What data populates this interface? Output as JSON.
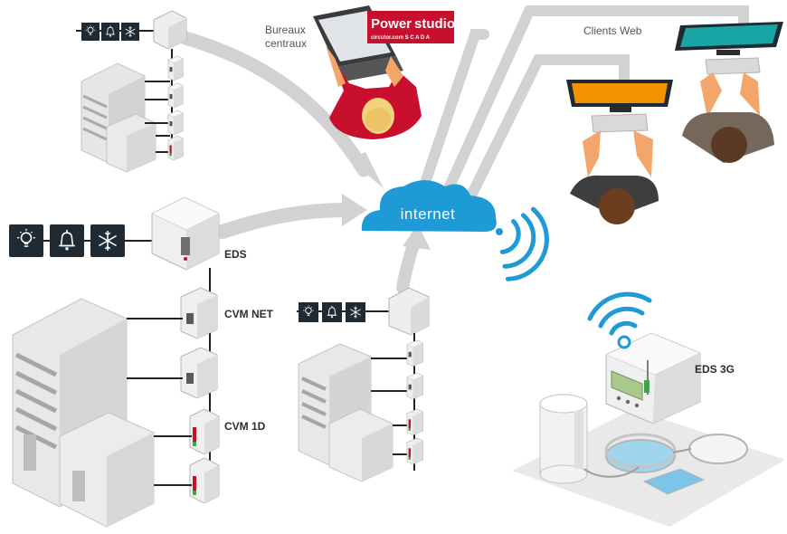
{
  "labels": {
    "internet": "internet",
    "eds": "EDS",
    "cvm_net": "CVM NET",
    "cvm_1d": "CVM 1D",
    "eds_3g": "EDS 3G",
    "bureaux_line1": "Bureaux",
    "bureaux_line2": "centraux",
    "clients_web": "Clients Web"
  },
  "logo": {
    "word1": "Power",
    "word2": "studio",
    "tagline": "circutor.com  S C A D A"
  },
  "icons": [
    "light-bulb-icon",
    "bell-icon",
    "snowflake-icon"
  ],
  "colors": {
    "cloud": "#1e9ad6",
    "wifi": "#1e9ad6",
    "arrow": "#cfcfcf",
    "icon_box": "#1f2a33",
    "logo_red": "#c8102e",
    "shirt_red": "#c8102e",
    "screen_orange": "#f39200",
    "screen_teal": "#1aa5a5",
    "skin": "#f2a66b"
  }
}
